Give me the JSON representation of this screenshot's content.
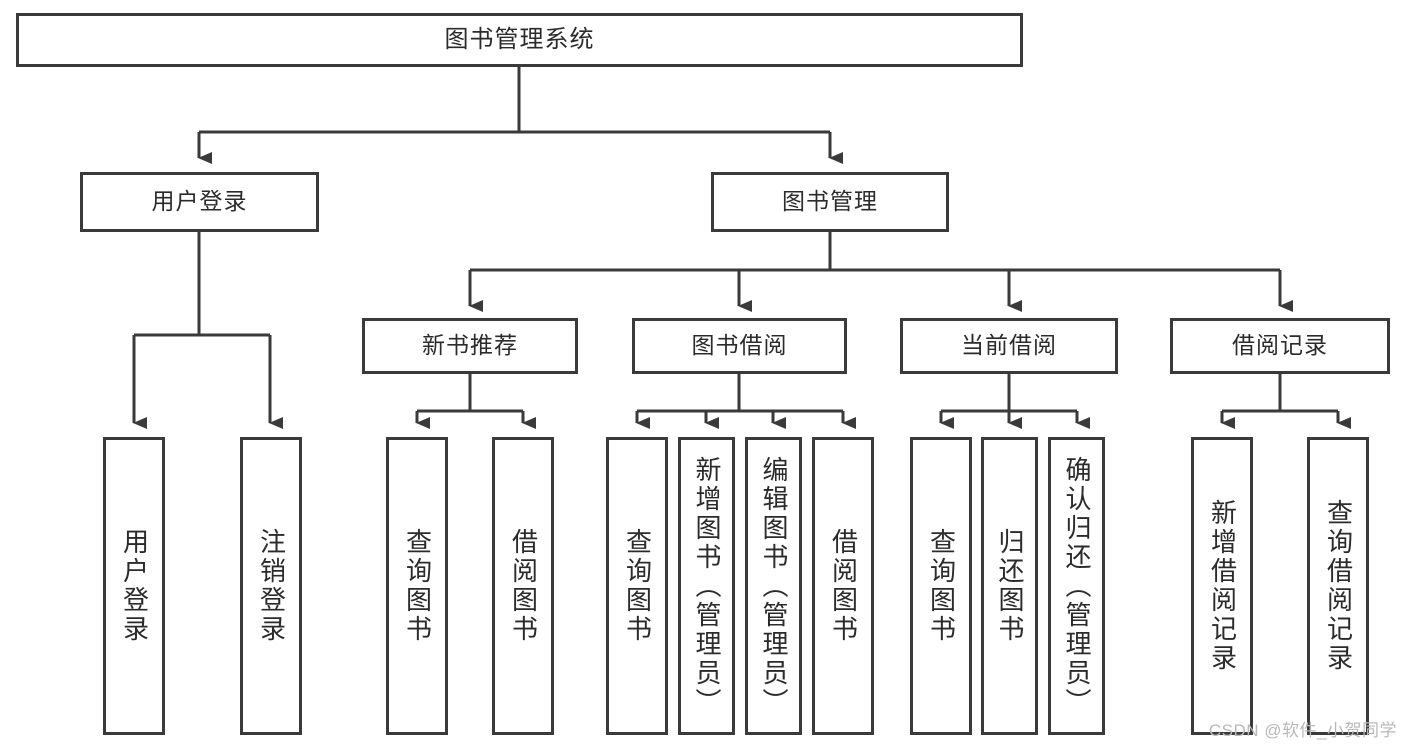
{
  "diagram": {
    "type": "tree",
    "title": "图书管理系统",
    "stroke_color": "#3a3a3a",
    "text_color": "#2b2b2b",
    "background": "#ffffff",
    "nodes": {
      "root": {
        "label": "图书管理系统"
      },
      "level2": [
        {
          "label": "用户登录"
        },
        {
          "label": "图书管理"
        }
      ],
      "level3": [
        {
          "label": "新书推荐"
        },
        {
          "label": "图书借阅"
        },
        {
          "label": "当前借阅"
        },
        {
          "label": "借阅记录"
        }
      ],
      "leaves": {
        "user_login": [
          {
            "label": "用户登录"
          },
          {
            "label": "注销登录"
          }
        ],
        "new_book": [
          {
            "label": "查询图书"
          },
          {
            "label": "借阅图书"
          }
        ],
        "book_borrow": [
          {
            "label": "查询图书"
          },
          {
            "label": "新增图书（管理员）"
          },
          {
            "label": "编辑图书（管理员）"
          },
          {
            "label": "借阅图书"
          }
        ],
        "current_borrow": [
          {
            "label": "查询图书"
          },
          {
            "label": "归还图书"
          },
          {
            "label": "确认归还（管理员）"
          }
        ],
        "borrow_record": [
          {
            "label": "新增借阅记录"
          },
          {
            "label": "查询借阅记录"
          }
        ]
      }
    }
  },
  "watermark": {
    "text": "CSDN @软件_小贺同学"
  }
}
